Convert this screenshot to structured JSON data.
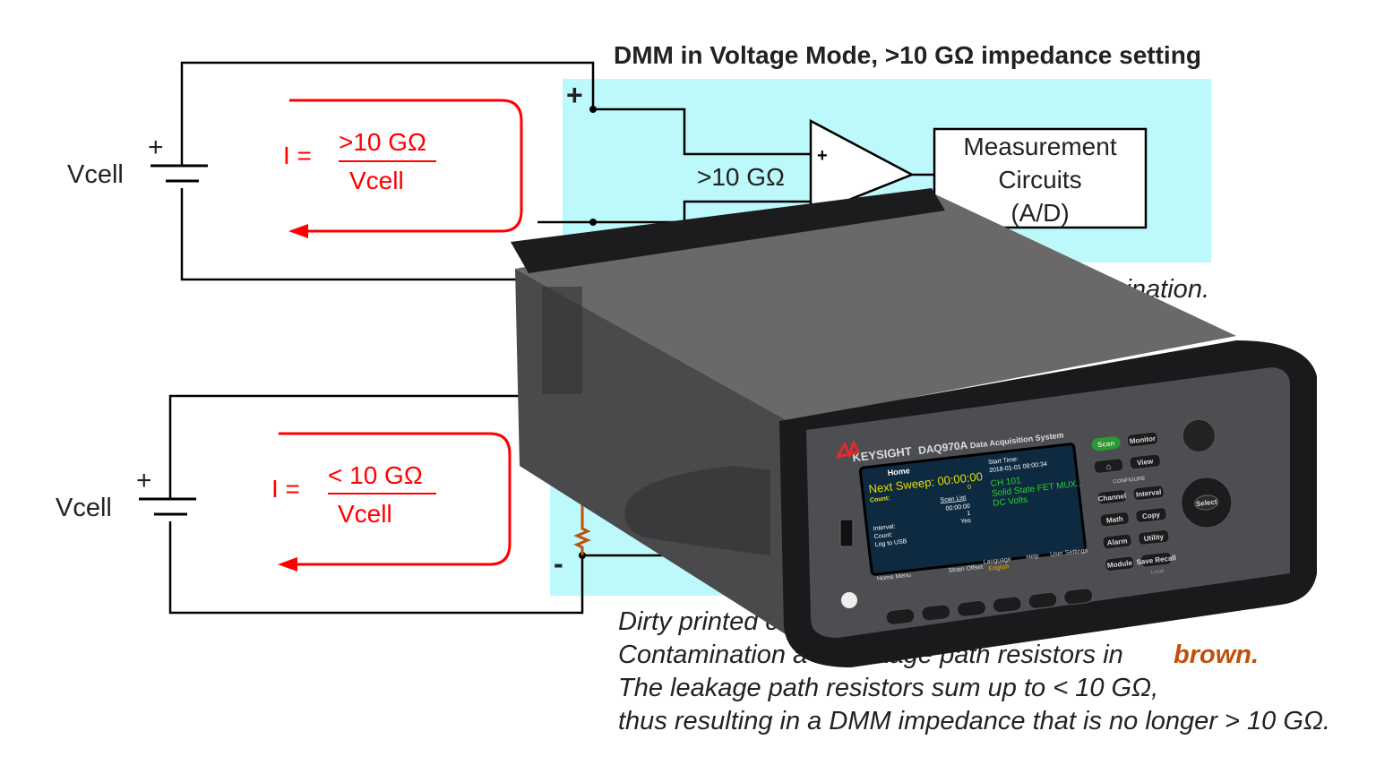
{
  "title": "DMM in Voltage Mode, >10 GΩ impedance setting",
  "top_circuit": {
    "source": "Vcell",
    "plus": "+",
    "eq_lhs": "I =",
    "eq_num": ">10 GΩ",
    "eq_den": "Vcell",
    "input_plus": "+",
    "resistor": ">10 GΩ",
    "opamp_plus": "+",
    "block": [
      "Measurement",
      "Circuits",
      "(A/D)"
    ]
  },
  "bottom_circuit": {
    "source": "Vcell",
    "plus": "+",
    "eq_lhs": "I =",
    "eq_num": "< 10 GΩ",
    "eq_den": "Vcell",
    "input_minus": "-"
  },
  "caption_fragment_top": "mination.",
  "caption": {
    "line1": "Dirty printed c",
    "line2a": "Contamination a",
    "line2b": "akage path resistors in",
    "line2_highlight": "brown.",
    "line3": "The leakage path resistors sum up to < 10 GΩ,",
    "line4": "thus resulting in a DMM impedance that is no longer > 10 GΩ."
  },
  "colors": {
    "highlight": "#c0500a",
    "cyan": "#bdf8fb",
    "current": "#ff0000"
  },
  "device": {
    "brand": "KEYSIGHT",
    "model": "DAQ970A",
    "model_desc": "Data Acquisition System",
    "screen": {
      "tab": "Home",
      "next_sweep": "Next Sweep: 00:00:00",
      "zero": "0",
      "count_label": "Count:",
      "start_time": "Start Time:",
      "start_value": "2018-01-01   08:00:34",
      "scan_list": "Scan List",
      "interval_label": "Interval:",
      "count2": "Count:",
      "log": "Log to USB",
      "v1": "00:00:00",
      "v2": "1",
      "v3": "Yes",
      "ch": "CH 101",
      "mux": "Solid State FET MUX...",
      "mode": "DC Volts",
      "softkeys": [
        "Home Menu",
        "",
        "Strain Offset",
        "Language",
        "Help",
        "User Settings"
      ],
      "lang_value": "English"
    },
    "keys": {
      "scan": "Scan",
      "monitor": "Monitor",
      "view": "View",
      "configure": "CONFIGURE",
      "channel": "Channel",
      "interval": "Interval",
      "math": "Math",
      "copy": "Copy",
      "alarm": "Alarm",
      "utility": "Utility",
      "module": "Module",
      "save": "Save Recall",
      "local": "Local",
      "select": "Select"
    }
  }
}
